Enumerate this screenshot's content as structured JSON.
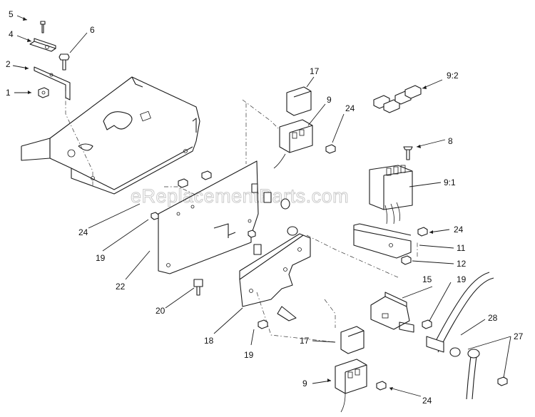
{
  "watermark": "eReplacementParts.com",
  "callouts": [
    {
      "id": "c5",
      "text": "5"
    },
    {
      "id": "c4",
      "text": "4"
    },
    {
      "id": "c6",
      "text": "6"
    },
    {
      "id": "c2",
      "text": "2"
    },
    {
      "id": "c1",
      "text": "1"
    },
    {
      "id": "c17a",
      "text": "17"
    },
    {
      "id": "c9a",
      "text": "9"
    },
    {
      "id": "c24a",
      "text": "24"
    },
    {
      "id": "c92",
      "text": "9:2"
    },
    {
      "id": "c8",
      "text": "8"
    },
    {
      "id": "c91",
      "text": "9:1"
    },
    {
      "id": "c24b",
      "text": "24"
    },
    {
      "id": "c11",
      "text": "11"
    },
    {
      "id": "c12",
      "text": "12"
    },
    {
      "id": "c24c",
      "text": "24"
    },
    {
      "id": "c19a",
      "text": "19"
    },
    {
      "id": "c22",
      "text": "22"
    },
    {
      "id": "c20",
      "text": "20"
    },
    {
      "id": "c15",
      "text": "15"
    },
    {
      "id": "c19b",
      "text": "19"
    },
    {
      "id": "c28",
      "text": "28"
    },
    {
      "id": "c27",
      "text": "27"
    },
    {
      "id": "c18",
      "text": "18"
    },
    {
      "id": "c19c",
      "text": "19"
    },
    {
      "id": "c17b",
      "text": "17"
    },
    {
      "id": "c9b",
      "text": "9"
    },
    {
      "id": "c24d",
      "text": "24"
    }
  ]
}
